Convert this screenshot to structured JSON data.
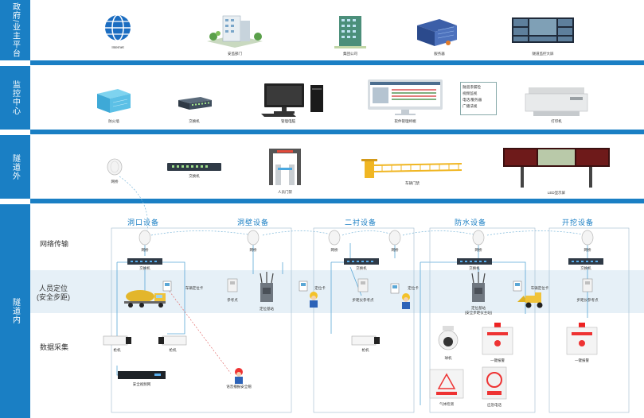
{
  "sections": {
    "gov": "政府/业主平台",
    "monitor": "监控中心",
    "outside": "隧道外",
    "inside": "隧道内"
  },
  "gov": {
    "internet": "Internet",
    "safety": "安监部门",
    "group": "集团公司",
    "server": "服务器",
    "bigscreen": "隧道监控大屏"
  },
  "monitor": {
    "firewall": "防火墙",
    "switch": "交换机",
    "pc": "管理电脑",
    "software": "软件管理终端",
    "printer": "打印机",
    "functions": [
      "隧道渗漏检",
      "视频监视",
      "电话/服务器",
      "广播法规"
    ]
  },
  "outside": {
    "bridge": "网桥",
    "switch": "交换机",
    "gate": "人员门禁",
    "barrier": "车辆门禁",
    "led": "LED显示屏"
  },
  "inside": {
    "col_titles": [
      "洞口设备",
      "洞壁设备",
      "二衬设备",
      "防水设备",
      "开挖设备"
    ],
    "row_labels": [
      "网络传输",
      "人员定位\n(安全步距)",
      "数据采集"
    ],
    "bridge": "网桥",
    "switch": "交换机",
    "vehicle_card": "车辆定位卡",
    "locator_card": "定位卡",
    "ref_point": "参考点",
    "base_station": "定位基站",
    "step_ref": "步距仪参考点",
    "base_station2": "定位基站\n(安全步距仪主站)",
    "camera": "枪机",
    "dome": "球机",
    "alarm": "一键报警",
    "nvr": "安全视频网",
    "helmet": "语音播报安全帽",
    "gas": "气体检测",
    "phone": "应急电话"
  },
  "colors": {
    "accent": "#1a7fc4"
  }
}
